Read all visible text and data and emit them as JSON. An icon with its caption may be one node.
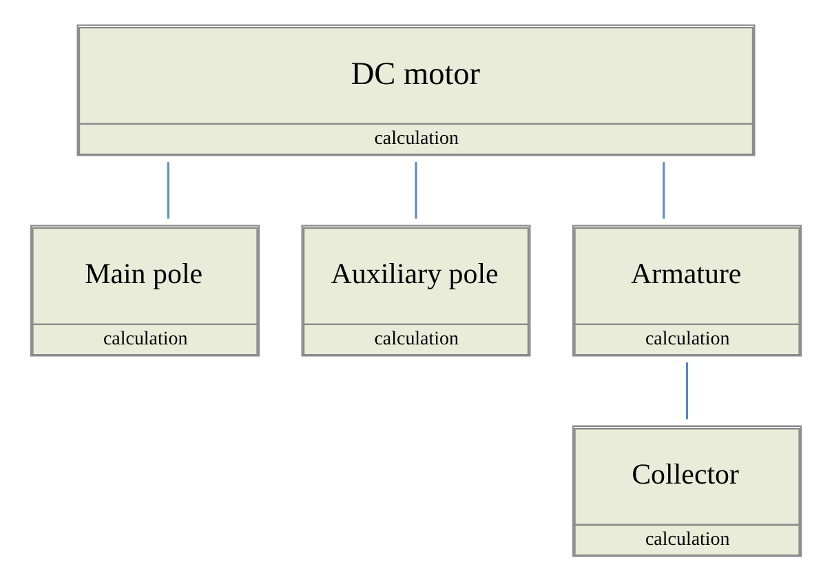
{
  "diagram": {
    "nodes": [
      {
        "text": [
          "DC motor",
          "calculation"
        ]
      },
      {
        "text": [
          "Main pole",
          "calculation"
        ]
      },
      {
        "text": [
          "Auxiliary pole",
          "calculation"
        ]
      },
      {
        "text": [
          "Armature",
          "calculation"
        ]
      },
      {
        "text": [
          "Collector",
          "calculation"
        ]
      }
    ],
    "edges": [
      {
        "from": 0,
        "to": 1,
        "arrow": "none"
      },
      {
        "from": 0,
        "to": 2,
        "arrow": "none"
      },
      {
        "from": 0,
        "to": 3,
        "arrow": "none"
      },
      {
        "from": 3,
        "to": 4,
        "arrow": "none"
      }
    ]
  }
}
